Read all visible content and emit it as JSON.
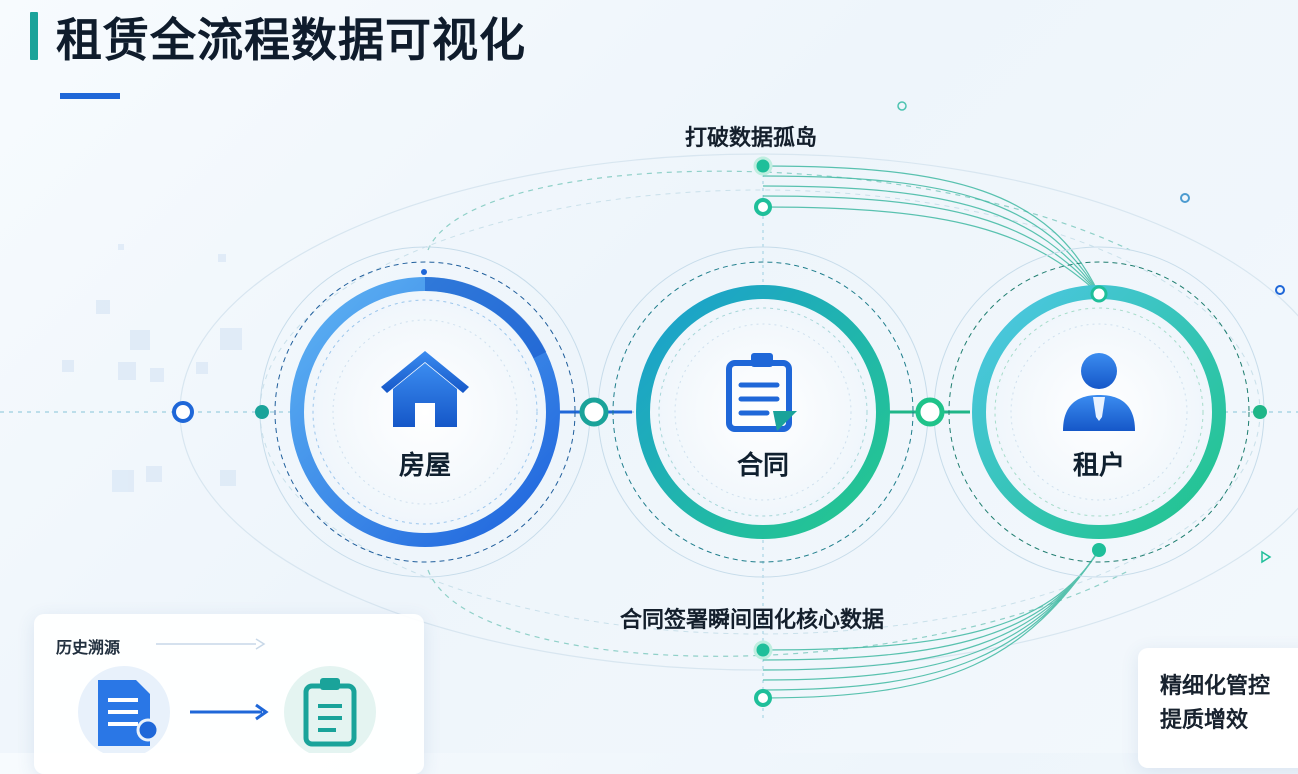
{
  "title": "租赁全流程数据可视化",
  "top_label": "打破数据孤岛",
  "bottom_label": "合同签署瞬间固化核心数据",
  "nodes": [
    {
      "label": "房屋",
      "icon": "house-icon"
    },
    {
      "label": "合同",
      "icon": "contract-document-icon"
    },
    {
      "label": "租户",
      "icon": "tenant-person-icon"
    }
  ],
  "card_left": {
    "title": "历史溯源",
    "icons": [
      "document-icon",
      "clipboard-icon"
    ]
  },
  "card_right": {
    "line1": "精细化管控",
    "line2": "提质增效"
  },
  "colors": {
    "accent_blue": "#1f67d8",
    "accent_teal": "#1aa39a",
    "accent_green": "#22c98a"
  }
}
